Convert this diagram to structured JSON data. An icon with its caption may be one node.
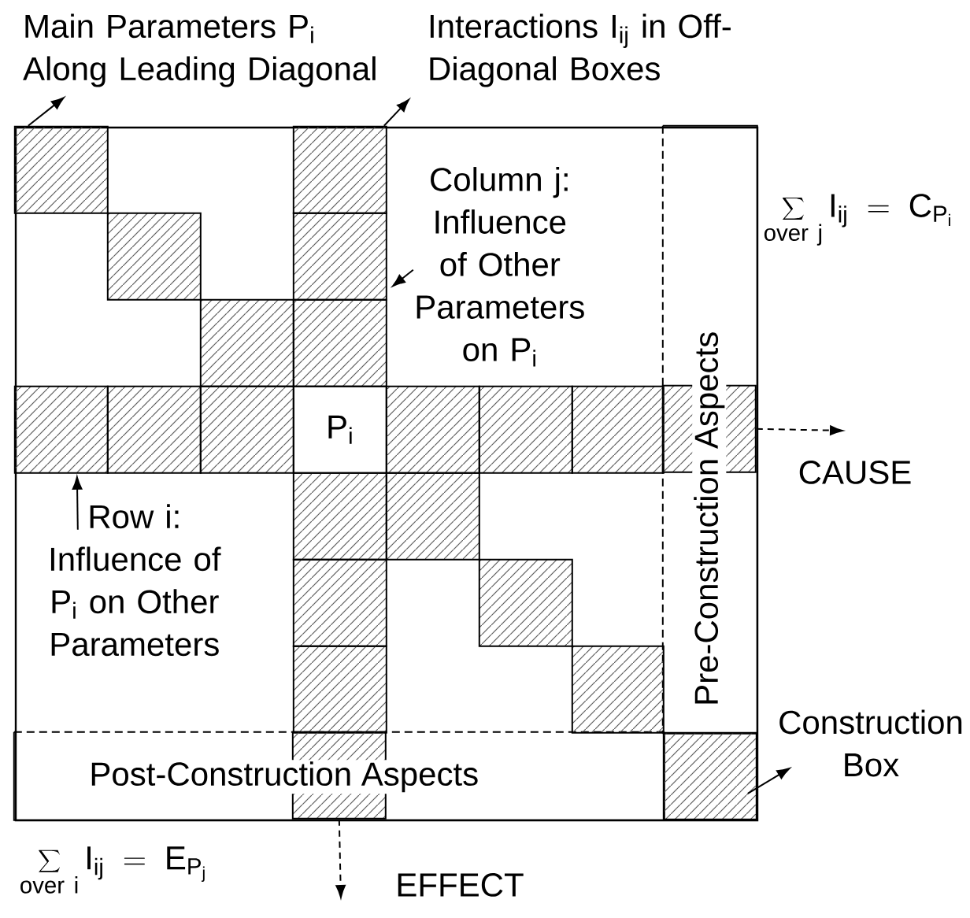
{
  "diagram": {
    "nodes": [
      {
        "text": [
          "Main Parameters P$_{i}$ Along Leading Diagonal"
        ]
      },
      {
        "text": [
          "Interactions I$_{ij}$ in Off-Diagonal Boxes"
        ]
      },
      {
        "text": [],
        "shape": "box"
      },
      {
        "text": [
          "Pre-Construction Aspects"
        ],
        "in": 2
      },
      {
        "text": [
          "Post-Construction Aspects"
        ],
        "in": 2
      },
      {
        "text": [
          "Column j: Influence of Other Parameters on P$_{i}$"
        ],
        "in": 2
      },
      {
        "text": [
          "Row i: Influence of P$_{i}$ on Other Parameters"
        ],
        "in": 2
      },
      {
        "text": [],
        "shape": "box",
        "in": 2
      },
      {
        "text": [],
        "shape": "box",
        "in": 2
      },
      {
        "text": [],
        "shape": "box",
        "in": 2
      },
      {
        "text": [],
        "shape": "box",
        "in": 2
      },
      {
        "text": [],
        "shape": "box",
        "in": 2
      },
      {
        "text": [],
        "shape": "box",
        "in": 2
      },
      {
        "text": [],
        "shape": "box",
        "in": 2
      },
      {
        "text": [],
        "shape": "box",
        "in": 2
      },
      {
        "text": [],
        "shape": "box",
        "in": 2
      },
      {
        "text": [
          "P$_{i}$"
        ],
        "in": 2
      },
      {
        "text": [],
        "shape": "box",
        "in": 2
      },
      {
        "text": [],
        "shape": "box",
        "in": 2
      },
      {
        "text": [],
        "shape": "box",
        "in": 2
      },
      {
        "text": [],
        "shape": "box",
        "in": 3
      },
      {
        "text": [],
        "shape": "box",
        "in": 2
      },
      {
        "text": [],
        "shape": "box",
        "in": 2
      },
      {
        "text": [],
        "shape": "box",
        "in": 2
      },
      {
        "text": [],
        "shape": "box",
        "in": 2
      },
      {
        "text": [],
        "shape": "box",
        "in": 2
      },
      {
        "text": [],
        "shape": "box",
        "in": 2
      },
      {
        "text": [],
        "shape": "box",
        "in": 4
      },
      {
        "text": [],
        "shape": "box",
        "in": 2
      },
      {
        "text": [
          "Construction Box"
        ]
      }
    ],
    "edges": [
      {
        "from": 7,
        "to": 0,
        "arrow": "to"
      },
      {
        "from": 8,
        "to": 1,
        "arrow": "to"
      },
      {
        "from": 5,
        "to": 10,
        "arrow": "to"
      },
      {
        "from": 6,
        "to": 13,
        "arrow": "to"
      },
      {
        "from": 28,
        "to": 29,
        "arrow": "to"
      },
      {
        "from": 20,
        "to": null,
        "arrow": "to",
        "style": "dashed",
        "label": "CAUSE"
      },
      {
        "from": 27,
        "to": null,
        "arrow": "to",
        "style": "dashed",
        "label": "EFFECT"
      }
    ],
    "labels": [
      "\\sum\\limits_{\\mathrm{over\\ j}} \\mathrm{I}_{\\mathrm{ij}} \\;=\\; \\mathrm{C}_{\\mathrm{P}_{\\mathrm{i}}}",
      "\\sum\\limits_{\\mathrm{over\\ i}} \\mathrm{I}_{\\mathrm{ij}} \\;=\\; \\mathrm{E}_{\\mathrm{P}_{\\mathrm{j}}}"
    ]
  }
}
